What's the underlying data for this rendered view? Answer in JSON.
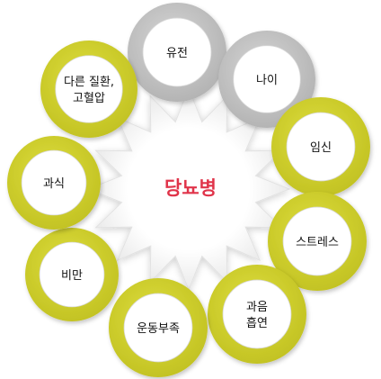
{
  "center": {
    "label": "당뇨병",
    "color": "#e0344a"
  },
  "colors": {
    "gray_ring": "#c2c2c2",
    "yellow_ring": "#cfcf2e",
    "inner_fill": "#ffffff",
    "text": "#111111"
  },
  "factors": [
    {
      "id": "genetics",
      "lines": [
        "유전"
      ],
      "ring": "gray"
    },
    {
      "id": "age",
      "lines": [
        "나이"
      ],
      "ring": "gray"
    },
    {
      "id": "pregnancy",
      "lines": [
        "임신"
      ],
      "ring": "yellow"
    },
    {
      "id": "stress",
      "lines": [
        "스트레스"
      ],
      "ring": "yellow"
    },
    {
      "id": "drinking",
      "lines": [
        "과음",
        "흡연"
      ],
      "ring": "yellow"
    },
    {
      "id": "no-exercise",
      "lines": [
        "운동부족"
      ],
      "ring": "yellow"
    },
    {
      "id": "obesity",
      "lines": [
        "비만"
      ],
      "ring": "yellow"
    },
    {
      "id": "overeating",
      "lines": [
        "과식"
      ],
      "ring": "yellow"
    },
    {
      "id": "disease",
      "lines": [
        "다른 질환,",
        "고혈압"
      ],
      "ring": "yellow"
    }
  ]
}
